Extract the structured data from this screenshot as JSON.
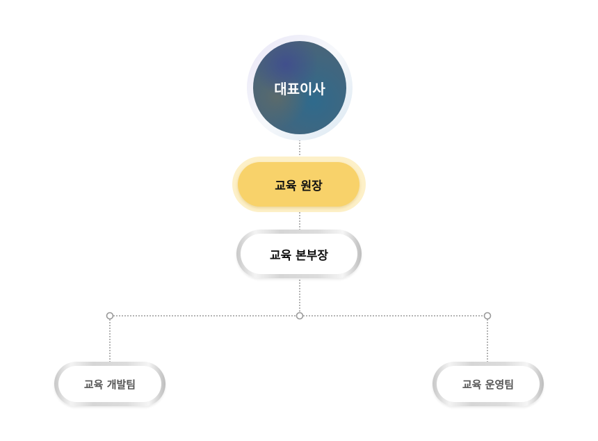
{
  "org_chart": {
    "ceo": {
      "label": "대표이사"
    },
    "director": {
      "label": "교육 원장"
    },
    "head": {
      "label": "교육 본부장"
    },
    "teams": [
      {
        "label": "교육 개발팀"
      },
      {
        "label": "교육 운영팀"
      }
    ]
  },
  "colors": {
    "ceo": "#3f6480",
    "director": "#f8d26a",
    "line": "#9a9a9a"
  }
}
